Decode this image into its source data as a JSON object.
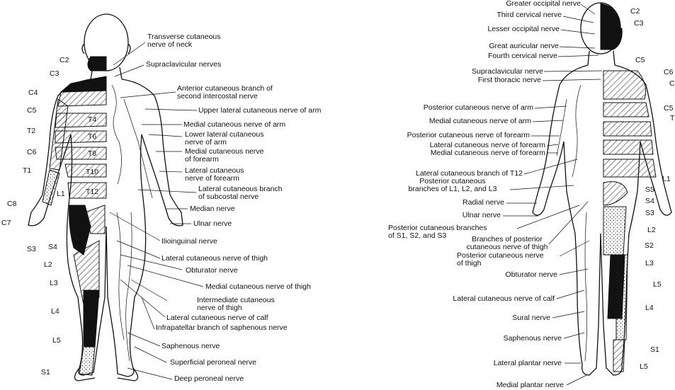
{
  "front": {
    "dermatomes": {
      "c2": "C2",
      "c3": "C3",
      "c4": "C4",
      "c5": "C5",
      "t2": "T2",
      "c6": "C6",
      "t1": "T1",
      "l1": "L1",
      "c8": "C8",
      "c7": "C7",
      "s3": "S3",
      "s4": "S4",
      "l2": "L2",
      "l3": "L3",
      "l4": "L4",
      "l5": "L5",
      "s1": "S1",
      "t4": "T4",
      "t6": "T6",
      "t8": "T8",
      "t10": "T10",
      "t12": "T12"
    },
    "nerves": {
      "transverse_cutaneous": [
        "Transverse cutaneous",
        "nerve of neck"
      ],
      "supraclavicular": "Supraclavicular nerves",
      "anterior_cutaneous_branch": [
        "Anterior cutaneous branch of",
        "second intercostal nerve"
      ],
      "upper_lateral_arm": "Upper lateral cutaneous nerve of arm",
      "medial_arm": "Medial cutaneous nerve of arm",
      "lower_lateral": [
        "Lower lateral cutaneous",
        "nerve of arm"
      ],
      "medial_forearm": [
        "Medial cutaneous nerve",
        "of forearm"
      ],
      "lateral_forearm": [
        "Lateral cutaneous",
        "nerve of forearm"
      ],
      "lateral_subcostal": [
        "Lateral cutaneous branch",
        "of subcostal nerve"
      ],
      "median": "Median nerve",
      "ulnar": "Ulnar nerve",
      "ilioinguinal": "Ilioinguinal nerve",
      "lateral_thigh": "Lateral cutaneous nerve of thigh",
      "obturator": "Obturator nerve",
      "medial_thigh": "Medial cutaneous nerve of thigh",
      "intermediate_thigh": [
        "Intermediate cutaneous",
        "nerve of thigh"
      ],
      "lateral_calf": "Lateral cutaneous nerve of calf",
      "infrapatellar": "Infrapatellar branch of saphenous nerve",
      "saphenous": "Saphenous nerve",
      "superficial_peroneal": "Superficial peroneal nerve",
      "deep_peroneal": "Deep peroneal nerve"
    }
  },
  "back": {
    "nerves": {
      "greater_occipital": "Greater occipital nerve",
      "third_cervical": "Third cervical nerve",
      "lesser_occipital": "Lesser occipital nerve",
      "great_auricular": "Great auricular nerve",
      "fourth_cervical": "Fourth cervical nerve",
      "supraclavicular": "Supraclavicular nerve",
      "first_thoracic": "First thoracic nerve",
      "posterior_arm": "Posterior cutaneous nerve of arm",
      "medial_arm": "Medial cutaneous nerve of arm",
      "posterior_forearm": "Posterior cutaneous nerve of forearm",
      "lateral_forearm": "Lateral cutaneous nerve of forearm",
      "medial_forearm": "Medial cutaneous nerve of forearm",
      "lateral_t12": "Lateral cutaneous branch of T12",
      "posterior_l123": [
        "Posterior cutaneous",
        "branches of L1, L2, and L3"
      ],
      "radial": "Radial nerve",
      "ulnar": "Ulnar nerve",
      "posterior_s123": [
        "Posterior cutaneous branches",
        "of S1, S2, and S3"
      ],
      "branches_posterior_thigh": [
        "Branches of posterior",
        "cutaneous nerve of thigh"
      ],
      "posterior_thigh": [
        "Posterior cutaneous nerve",
        "of thigh"
      ],
      "obturator": "Obturator nerve",
      "lateral_calf": "Lateral cutaneous nerve of calf",
      "sural": "Sural nerve",
      "saphenous": "Saphenous nerve",
      "lateral_plantar": "Lateral plantar nerve",
      "medial_plantar": "Medial plantar nerve"
    },
    "dermatomes": {
      "c2": "C2",
      "c3": "C3",
      "c5": "C5",
      "c6": "C6",
      "c_edge": "C",
      "c5b": "C5",
      "t_edge": "T",
      "l1": "L1",
      "s5": "S5",
      "s4": "S4",
      "s3": "S3",
      "l2": "L2",
      "s2": "S2",
      "l3": "L3",
      "l5": "L5",
      "l4": "L4",
      "s1": "S1",
      "l5b": "L5"
    }
  }
}
